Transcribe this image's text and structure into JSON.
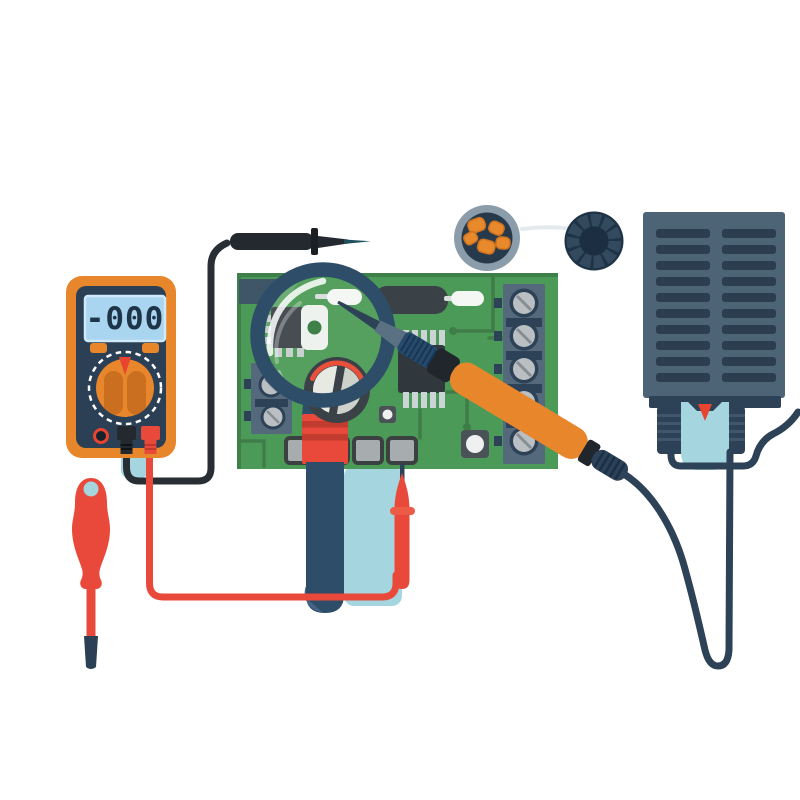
{
  "scene": {
    "title": "Electronics repair flat illustration",
    "objects": [
      "multimeter",
      "multimeter-probes",
      "screwdriver",
      "circuit-board",
      "magnifying-glass",
      "soldering-iron",
      "solder-dish",
      "solder-spool",
      "soldering-iron-stand",
      "cleaning-pad",
      "cords"
    ]
  },
  "multimeter": {
    "display_value": "-000"
  },
  "colors": {
    "body_orange": "#e8862c",
    "dial_dark_orange": "#c96f1f",
    "panel_navy": "#2b3f55",
    "display_blue": "#a9d5f0",
    "display_border": "#cfe9fb",
    "digit_navy": "#1e3448",
    "red": "#e8493a",
    "accent_red": "#e8442f",
    "grip_stripe_red": "#c13c2e",
    "cyan": "#a5d6e0",
    "wire_black": "#282e34",
    "wire_navy": "#2d4257",
    "board_green": "#4c9a57",
    "board_edge_green": "#3f7f49",
    "lens_green": "#55a05f",
    "trace_green": "#3e7d48",
    "slate": "#54697c",
    "stand_slate": "#4d6376",
    "vent_navy": "#2b3d4f",
    "component_dark": "#3a4147",
    "ic_dark": "#30373d",
    "metal_gray": "#b9bfc2",
    "pad_gray": "#a7adaf",
    "white_part": "#f4f7f4",
    "cap_face": "#e7eae2",
    "cap_shade": "#cdd3ca",
    "cap_arc_red": "#e8503c",
    "spool_navy": "#1f3346",
    "spool_segment": "#32495e",
    "spool_core": "#1c2e41",
    "dish_ring": "#8b9dab",
    "dish_navy": "#273a4c",
    "solder_orange": "#e8892b",
    "steel_blue": "#5a7183",
    "knurl_blue": "#27496b",
    "iron_black": "#20262c",
    "ring_navy": "#2e4d68",
    "tab_slate": "#3f5568",
    "solder_wire": "#e3eaee"
  }
}
